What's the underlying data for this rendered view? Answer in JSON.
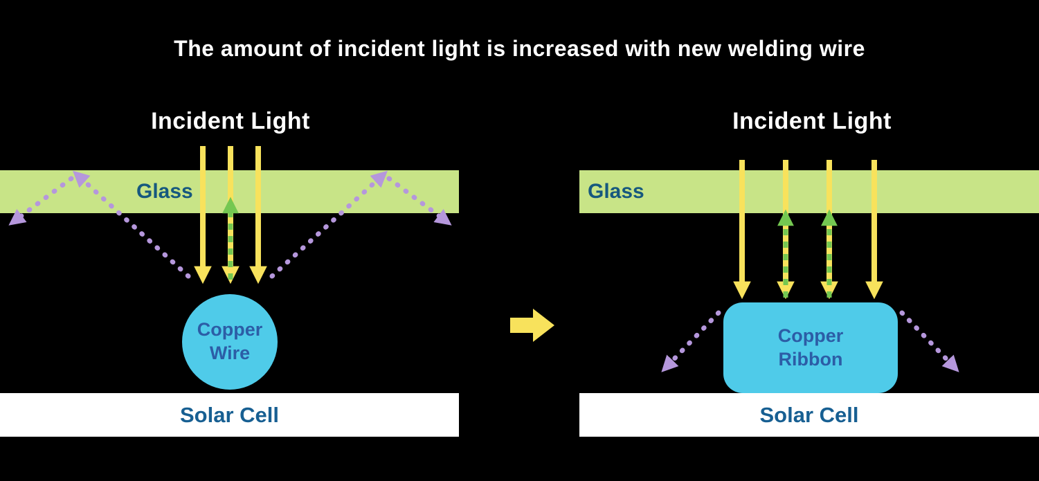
{
  "title": "The amount of incident light is increased with new welding wire",
  "colors": {
    "background": "#000000",
    "title_text": "#ffffff",
    "incident_light_text": "#ffffff",
    "glass_fill": "#c8e487",
    "glass_label_text": "#16587e",
    "incident_ray": "#f8e25c",
    "reflected_ray": "#74c751",
    "scattered_ray": "#b597dc",
    "conductor_fill": "#4fcbe9",
    "conductor_label_text": "#2c5da6",
    "solar_cell_fill": "#ffffff",
    "solar_cell_label_text": "#175f92",
    "transition_arrow": "#f8e25c"
  },
  "panels": {
    "left": {
      "incident_light_label": "Incident Light",
      "glass_label": "Glass",
      "conductor_label_line1": "Copper",
      "conductor_label_line2": "Wire",
      "solar_cell_label": "Solar Cell"
    },
    "right": {
      "incident_light_label": "Incident Light",
      "glass_label": "Glass",
      "conductor_label_line1": "Copper",
      "conductor_label_line2": "Ribbon",
      "solar_cell_label": "Solar Cell"
    }
  },
  "icons": {
    "transition_arrow": "right-arrow",
    "incident_ray": "solid-yellow-down-arrow",
    "reflected_ray": "dashed-green-up-arrow",
    "scattered_ray": "dotted-purple-diagonal-arrow"
  }
}
